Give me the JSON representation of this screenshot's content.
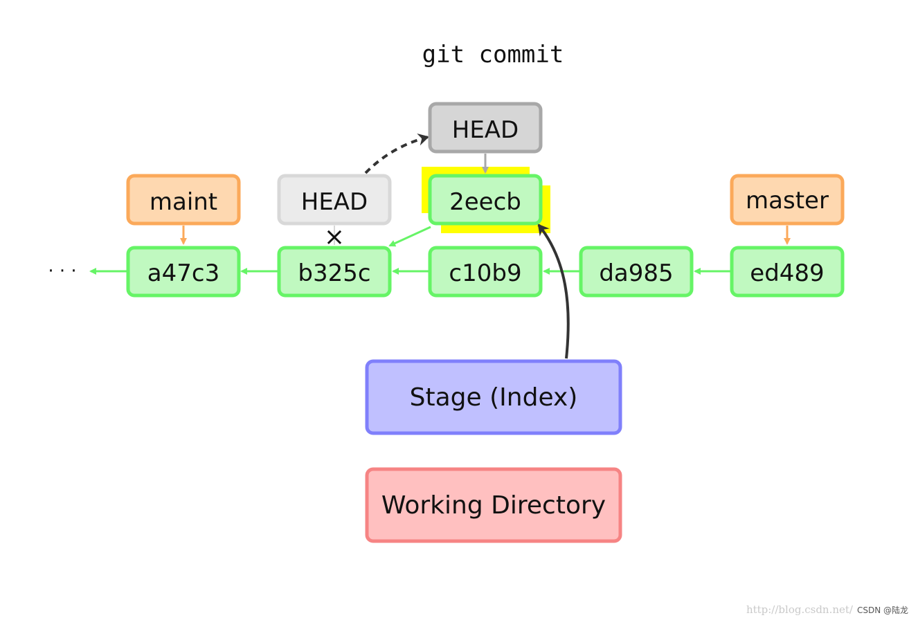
{
  "title": "git commit",
  "ellipsis": "· · ·",
  "commits": {
    "a47c3": "a47c3",
    "b325c": "b325c",
    "c10b9": "c10b9",
    "da985": "da985",
    "ed489": "ed489",
    "new": "2eecb"
  },
  "branches": {
    "maint": "maint",
    "master": "master"
  },
  "head": {
    "current": "HEAD",
    "previous": "HEAD"
  },
  "areas": {
    "stage": "Stage (Index)",
    "working": "Working Directory"
  },
  "removed_mark": "×",
  "watermark": {
    "url": "http://blog.csdn.net/",
    "author": "CSDN @陆龙"
  },
  "colors": {
    "commit_fill": "#c0f9c0",
    "commit_stroke": "#66f466",
    "branch_fill": "#fed8b0",
    "branch_stroke": "#fba95a",
    "head_fill": "#d6d6d6",
    "head_stroke": "#a8a8a8",
    "head_old_fill": "#ebebeb",
    "head_old_stroke": "#d8d8d8",
    "stage_fill": "#c0c0ff",
    "stage_stroke": "#8080fb",
    "working_fill": "#ffc0c0",
    "working_stroke": "#f68484",
    "highlight": "#ffff00",
    "arrow_dark": "#333333"
  }
}
